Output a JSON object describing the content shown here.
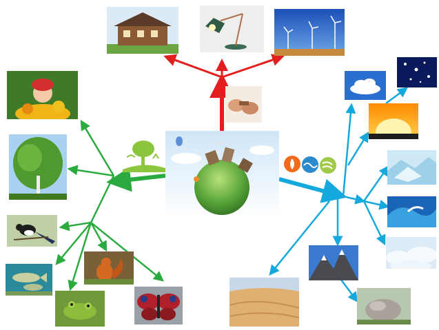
{
  "colors": {
    "man_made": "#e41e1e",
    "living_nature": "#2bab3f",
    "non_living_nature": "#14a8dc"
  },
  "center": {
    "icon": "globe-with-houses"
  },
  "branches": {
    "man_made": {
      "symbol_icon": "hands-crafting-icon",
      "items": [
        "wooden-house",
        "desk-lamp",
        "wind-turbines"
      ]
    },
    "living_nature": {
      "symbol_icon": "tree-with-birds-and-deer-icon",
      "items": [
        "girl-with-autumn-leaves",
        "birch-tree",
        "magpie",
        "fish",
        "frog",
        "squirrel",
        "butterfly"
      ]
    },
    "non_living_nature": {
      "symbol_icon": "fire-water-air-elements-icon",
      "items": [
        "clouds",
        "starry-sky",
        "sunset",
        "ice",
        "ocean-wave",
        "snow",
        "mountains",
        "desert-sand",
        "boulder"
      ]
    }
  }
}
